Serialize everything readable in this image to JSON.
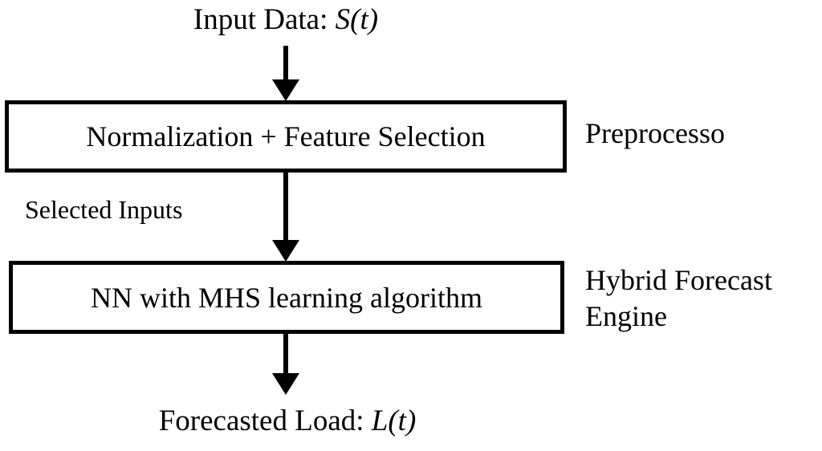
{
  "diagram": {
    "title": "Hybrid load forecasting block diagram",
    "background_color": "#ffffff",
    "stroke_color": "#000000",
    "input": {
      "label_prefix": "Input Data: ",
      "label_variable": "S(t)",
      "full_label": "Input Data: S(t)"
    },
    "output": {
      "label_prefix": "Forecasted Load: ",
      "label_variable": "L(t)",
      "full_label": "Forecasted Load: L(t)"
    },
    "blocks": [
      {
        "id": "preprocessor",
        "text": "Normalization + Feature Selection",
        "annotation": "Preprocesso"
      },
      {
        "id": "forecast-engine",
        "text": "NN with MHS learning algorithm",
        "annotation": "Hybrid Forecast\nEngine"
      }
    ],
    "edges": [
      {
        "id": "input-to-preprocessor",
        "label": ""
      },
      {
        "id": "preprocessor-to-engine",
        "label": "Selected Inputs"
      },
      {
        "id": "engine-to-output",
        "label": ""
      }
    ]
  }
}
